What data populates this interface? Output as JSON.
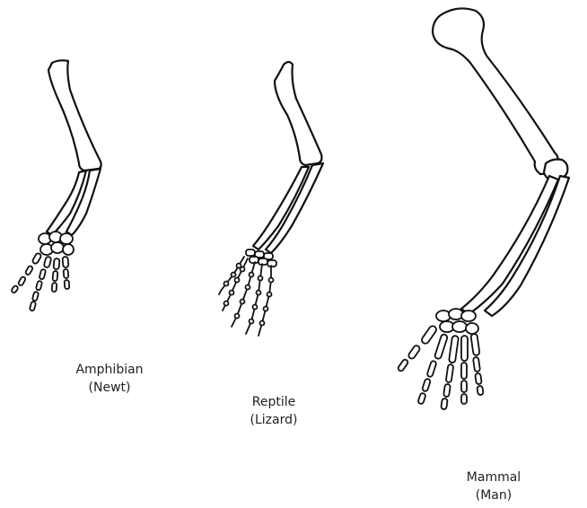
{
  "colors": {
    "outline": "#111111",
    "fill": "#ffffff",
    "text": "#222222"
  },
  "limbs": [
    {
      "group": "Amphibian",
      "species": "(Newt)"
    },
    {
      "group": "Reptile",
      "species": "(Lizard)"
    },
    {
      "group": "Mammal",
      "species": "(Man)"
    }
  ]
}
